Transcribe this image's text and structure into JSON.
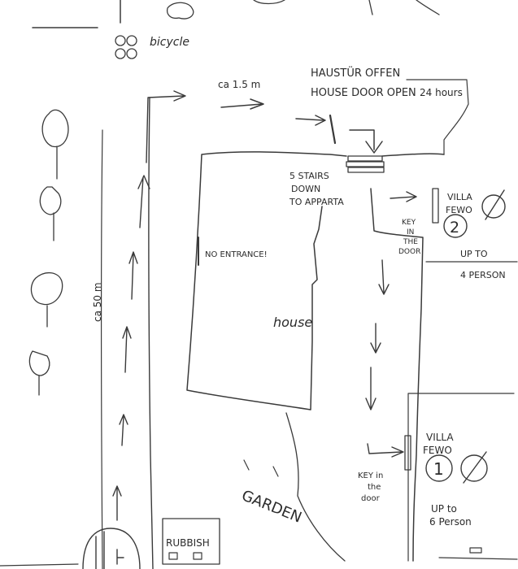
{
  "labels": {
    "bicycle": "bicycle",
    "distance_top": "ca 1.5 m",
    "haustur": "HAUSTÜR OFFEN",
    "house_door": "HOUSE DOOR OPEN",
    "hours": "24 hours",
    "stairs_1": "5 STAIRS",
    "stairs_2": "DOWN",
    "stairs_3": "TO APPARTA",
    "no_entrance": "NO ENTRANCE!",
    "house": "house",
    "distance_side": "ca 50 m",
    "key_top_1": "KEY",
    "key_top_2": "IN",
    "key_top_3": "THE",
    "key_top_4": "DOOR",
    "villa2_1": "VILLA",
    "villa2_2": "FEWO",
    "villa2_num": "2",
    "upto4_1": "UP TO",
    "upto4_2": "4 PERSON",
    "villa1_1": "VILLA",
    "villa1_2": "FEWO",
    "villa1_num": "1",
    "key_bottom_1": "KEY in",
    "key_bottom_2": "the",
    "key_bottom_3": "door",
    "upto6_1": "UP to",
    "upto6_2": "6 Person",
    "garden": "GARDEN",
    "rubbish": "RUBBISH"
  },
  "colors": {
    "ink": "#3a3a3a",
    "paper": "#ffffff"
  }
}
